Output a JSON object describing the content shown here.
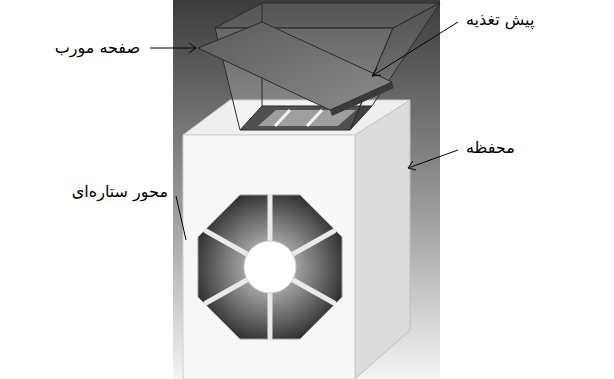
{
  "diagram": {
    "labels": [
      "صفحه مورب",
      "پیش تغذیه",
      "محفظه",
      "محور ستاره‌ای"
    ]
  }
}
